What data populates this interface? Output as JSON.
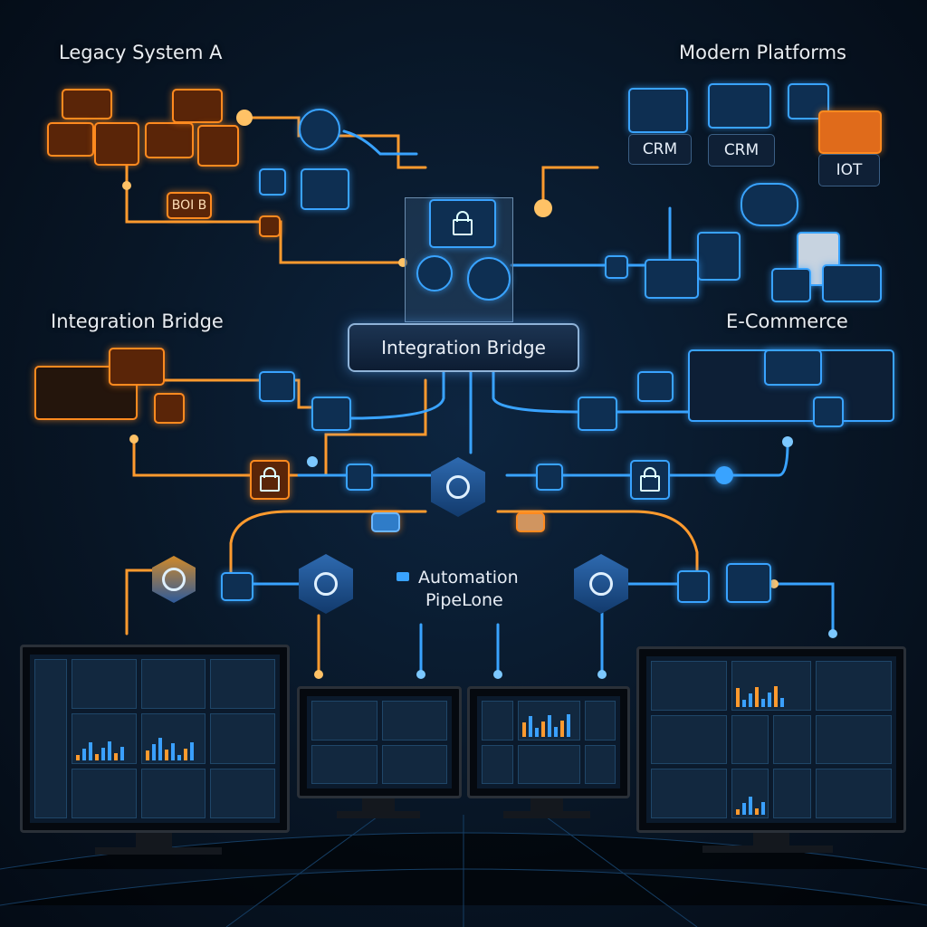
{
  "colors": {
    "background": "#081626",
    "legacy_accent": "#ff8a1f",
    "modern_accent": "#39a3ff",
    "text": "#e9edf2"
  },
  "headings": {
    "legacy": "Legacy System A",
    "modern": "Modern Platforms",
    "integration_left": "Integration Bridge",
    "ecommerce": "E-Commerce"
  },
  "bridge": {
    "label": "Integration Bridge",
    "icon": "lock-icon"
  },
  "legacy_tag": "BOI B",
  "modern_tiles": [
    {
      "label": "CRM"
    },
    {
      "label": "CRM"
    },
    {
      "label": "IOT"
    }
  ],
  "pipeline": {
    "label_line1": "Automation",
    "label_line2": "PipeLone",
    "icon": "folder-icon"
  },
  "monitors": [
    {
      "name": "dashboard-left"
    },
    {
      "name": "dashboard-center-left"
    },
    {
      "name": "dashboard-center-right"
    },
    {
      "name": "dashboard-right"
    }
  ]
}
